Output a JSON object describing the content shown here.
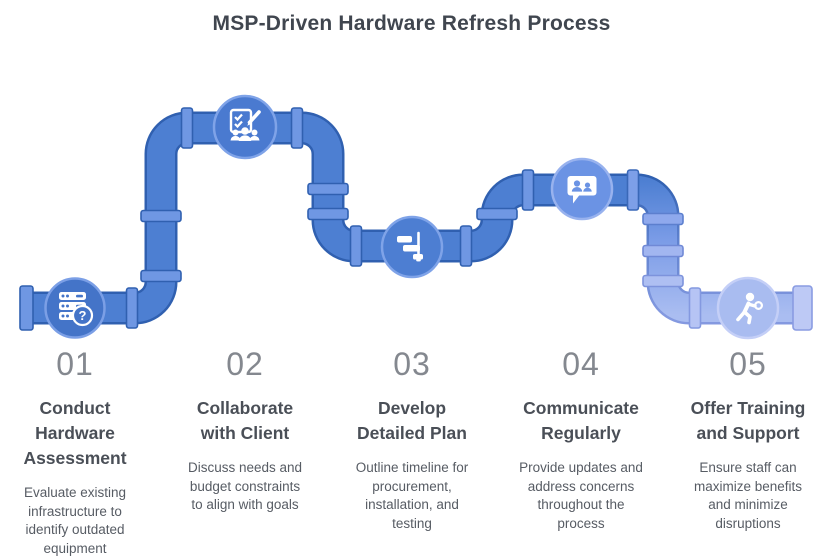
{
  "title": "MSP-Driven Hardware Refresh Process",
  "colors": {
    "pipe_blue": "#4d7fd2",
    "pipe_light": "#aabdf1",
    "pipe_outline": "#3060b0",
    "flange_blue": "#6f97e3",
    "node_1": "#4474c8",
    "node_2": "#4a7ad0",
    "node_3": "#4d7ed2",
    "node_4": "#6b93e4",
    "node_5": "#a9bcf0",
    "heading_text": "#40464f",
    "number_text": "#84888f",
    "step_title_text": "#4a4f57",
    "description_text": "#575c64"
  },
  "steps": [
    {
      "number": "01",
      "title": "Conduct\nHardware\nAssessment",
      "description": "Evaluate existing\ninfrastructure to\nidentify outdated\nequipment",
      "icon": "server-question-icon"
    },
    {
      "number": "02",
      "title": "Collaborate\nwith Client",
      "description": "Discuss needs and\nbudget constraints\nto align with goals",
      "icon": "checklist-people-icon"
    },
    {
      "number": "03",
      "title": "Develop\nDetailed Plan",
      "description": "Outline timeline for\nprocurement,\ninstallation, and\ntesting",
      "icon": "gantt-chart-icon"
    },
    {
      "number": "04",
      "title": "Communicate\nRegularly",
      "description": "Provide updates and\naddress concerns\nthroughout the\nprocess",
      "icon": "chat-people-icon"
    },
    {
      "number": "05",
      "title": "Offer Training\nand Support",
      "description": "Ensure staff can\nmaximize benefits\nand minimize\ndisruptions",
      "icon": "training-person-icon"
    }
  ]
}
